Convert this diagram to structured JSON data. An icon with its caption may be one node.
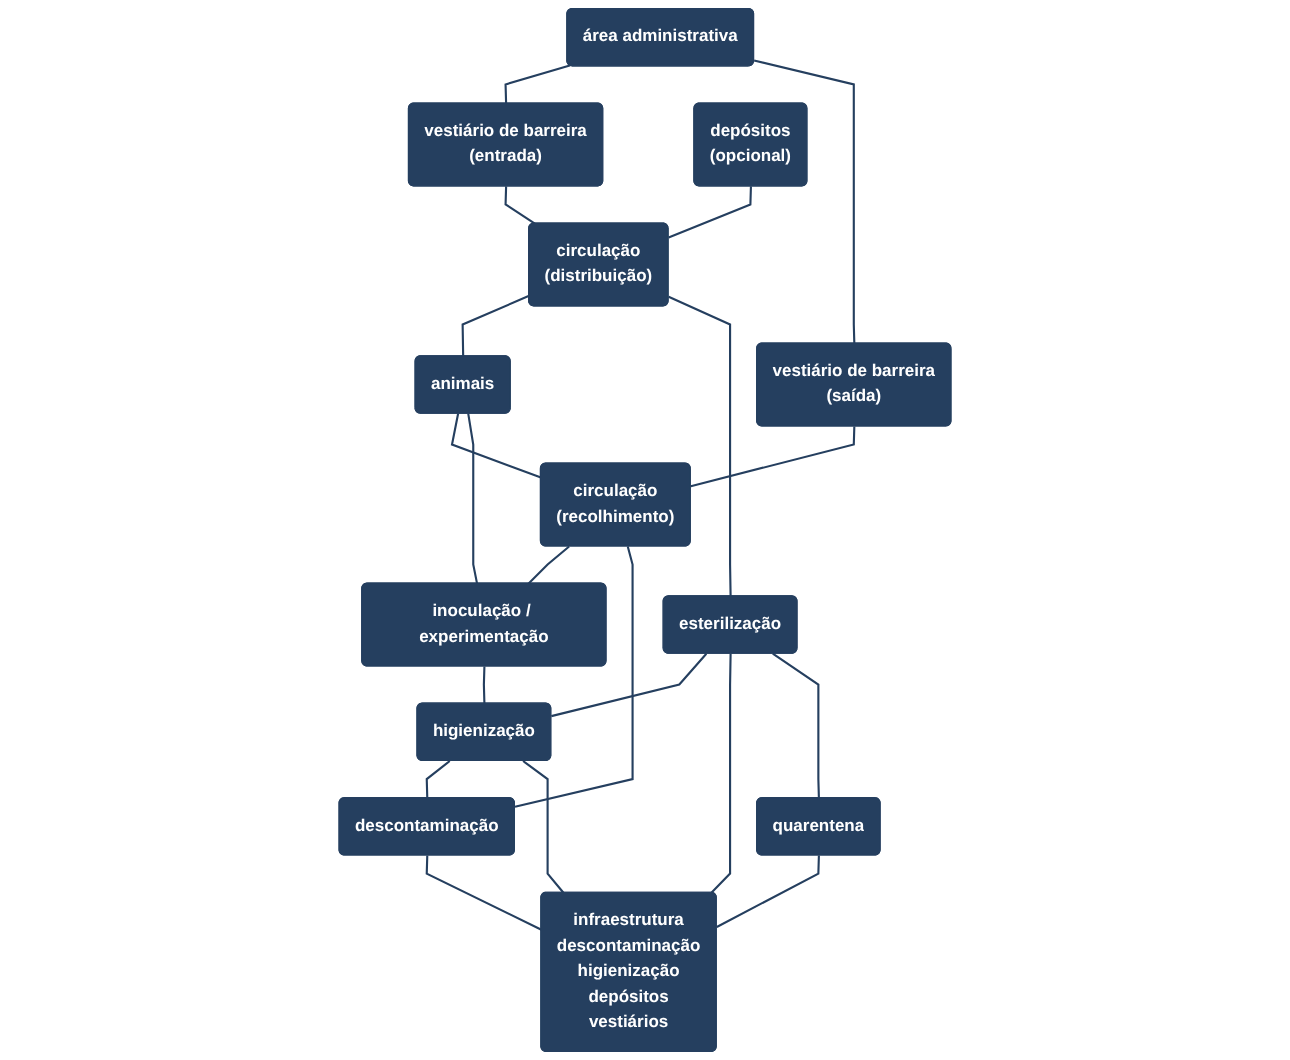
{
  "diagram": {
    "nodes": [
      {
        "text": [
          "área administrativa"
        ]
      },
      {
        "text": [
          "vestiário de barreira",
          "(entrada)"
        ]
      },
      {
        "text": [
          "vestiário de barreira",
          "(saída)"
        ]
      },
      {
        "text": [
          "circulação",
          "(distribuição)"
        ]
      },
      {
        "text": [
          "animais"
        ]
      },
      {
        "text": [
          "circulação",
          "(recolhimento)"
        ]
      },
      {
        "text": [
          "depósitos",
          "(opcional)"
        ]
      },
      {
        "text": [
          "inoculação / experimentação"
        ]
      },
      {
        "text": [
          "esterilização"
        ]
      },
      {
        "text": [
          "higienização"
        ]
      },
      {
        "text": [
          "descontaminação"
        ]
      },
      {
        "text": [
          "infraestrutura",
          "descontaminação",
          "higienização",
          "depósitos",
          "vestiários"
        ]
      },
      {
        "text": [
          "quarentena"
        ]
      }
    ],
    "edges": [
      {
        "from": 0,
        "to": 1,
        "arrow": "none"
      },
      {
        "from": 0,
        "to": 2,
        "arrow": "none"
      },
      {
        "from": 1,
        "to": 3,
        "arrow": "none"
      },
      {
        "from": 2,
        "to": 5,
        "arrow": "none"
      },
      {
        "from": 3,
        "to": 4,
        "arrow": "none"
      },
      {
        "from": 4,
        "to": 5,
        "arrow": "none"
      },
      {
        "from": 4,
        "to": 7,
        "arrow": "none"
      },
      {
        "from": 5,
        "to": 7,
        "arrow": "none"
      },
      {
        "from": 6,
        "to": 3,
        "arrow": "none"
      },
      {
        "from": 3,
        "to": 8,
        "arrow": "none"
      },
      {
        "from": 5,
        "to": 10,
        "arrow": "none"
      },
      {
        "from": 7,
        "to": 9,
        "arrow": "none"
      },
      {
        "from": 8,
        "to": 9,
        "arrow": "none"
      },
      {
        "from": 9,
        "to": 10,
        "arrow": "none"
      },
      {
        "from": 8,
        "to": 11,
        "arrow": "none"
      },
      {
        "from": 9,
        "to": 11,
        "arrow": "none"
      },
      {
        "from": 10,
        "to": 11,
        "arrow": "none"
      },
      {
        "from": 8,
        "to": 12,
        "arrow": "none"
      },
      {
        "from": 12,
        "to": 11,
        "arrow": "none"
      }
    ]
  }
}
